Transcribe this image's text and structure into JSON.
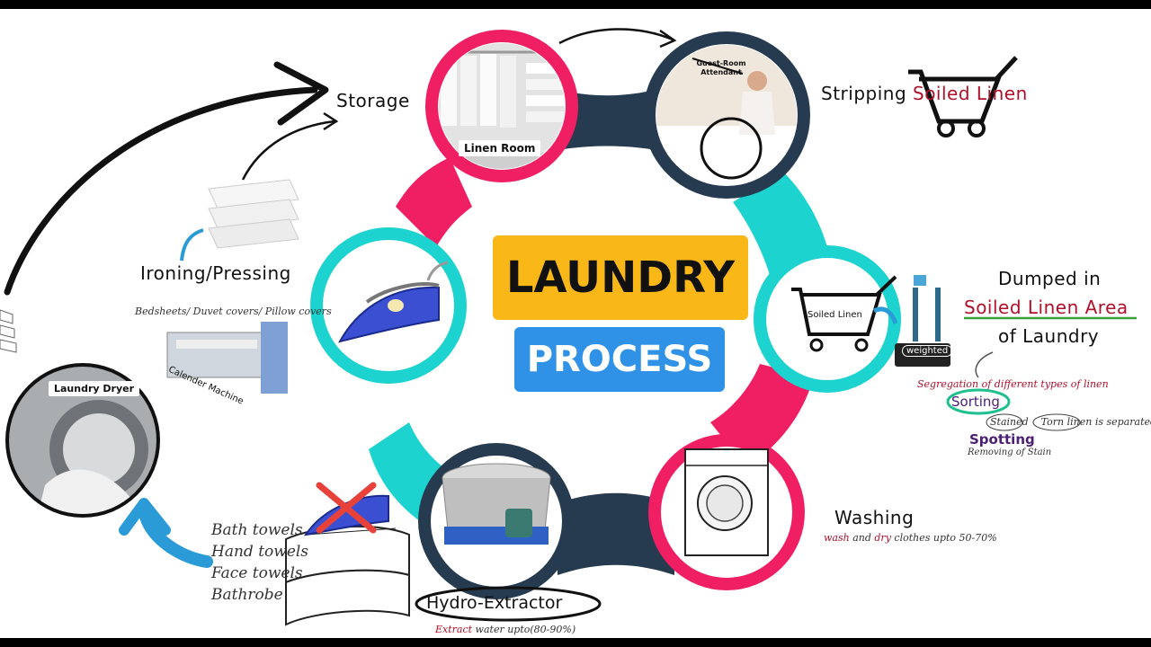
{
  "center": {
    "title_line1": "LAUNDRY",
    "title_line2": "PROCESS"
  },
  "colors": {
    "pink": "#f01f63",
    "navy": "#263b4f",
    "cyan": "#1cd3cf",
    "yellow": "#f9b817",
    "blue": "#2f92e6",
    "arrow_blue": "#2a9bd6"
  },
  "steps": {
    "storage": {
      "label": "Storage",
      "photo_label": "Linen Room"
    },
    "stripping": {
      "label_a": "Stripping ",
      "label_b": "Soiled ",
      "label_c": "Linen",
      "photo_label": "Guest-Room Attendant"
    },
    "dumped": {
      "line1": "Dumped in",
      "line2": "Soiled Linen Area",
      "line3": "of Laundry",
      "cart_label": "Soiled Linen",
      "scale_label": "weighted"
    },
    "sorting": {
      "note": "Segregation of different types of linen",
      "label": "Sorting"
    },
    "spotting": {
      "note_a": "Stained",
      "note_b": "Torn linen",
      "note_c": " is separated",
      "label": "Spotting",
      "sub": "Removing of Stain"
    },
    "washing": {
      "label": "Washing",
      "note_a": "wash",
      "note_b": " and ",
      "note_c": "dry",
      "note_d": " clothes upto 50-70%"
    },
    "hydro": {
      "label": "Hydro-Extractor",
      "note_a": "Extract",
      "note_b": " water upto(80-90%)"
    },
    "towels": {
      "items": [
        "Bath towels",
        "Hand towels",
        "Face towels",
        "Bathrobe"
      ]
    },
    "dryer": {
      "photo_label": "Laundry Dryer"
    },
    "ironing": {
      "label": "Ironing/Pressing",
      "note": "Bedsheets/ Duvet covers/ Pillow covers",
      "machine_label": "Calender Machine"
    }
  }
}
